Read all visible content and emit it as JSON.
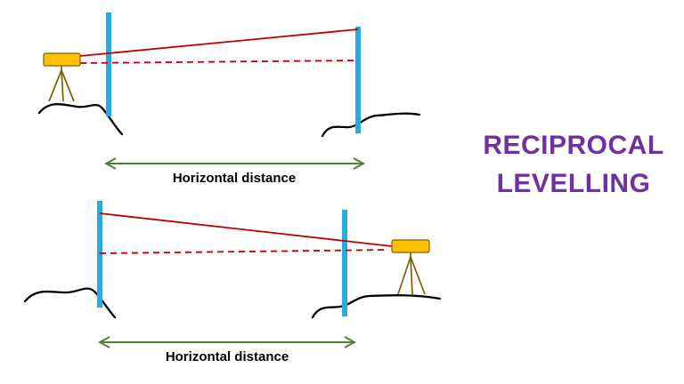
{
  "title": {
    "line1": "RECIPROCAL",
    "line2": "LEVELLING",
    "color": "#7030A0"
  },
  "labels": {
    "top_distance": "Horizontal distance",
    "bottom_distance": "Horizontal distance"
  },
  "colors": {
    "staff": "#29ABE2",
    "sight_line": "#C00000",
    "instrument_fill": "#FFC000",
    "instrument_stroke": "#7F6000",
    "tripod": "#7F6000",
    "ground": "#000000",
    "arrow": "#538135",
    "label_text": "#000000"
  }
}
